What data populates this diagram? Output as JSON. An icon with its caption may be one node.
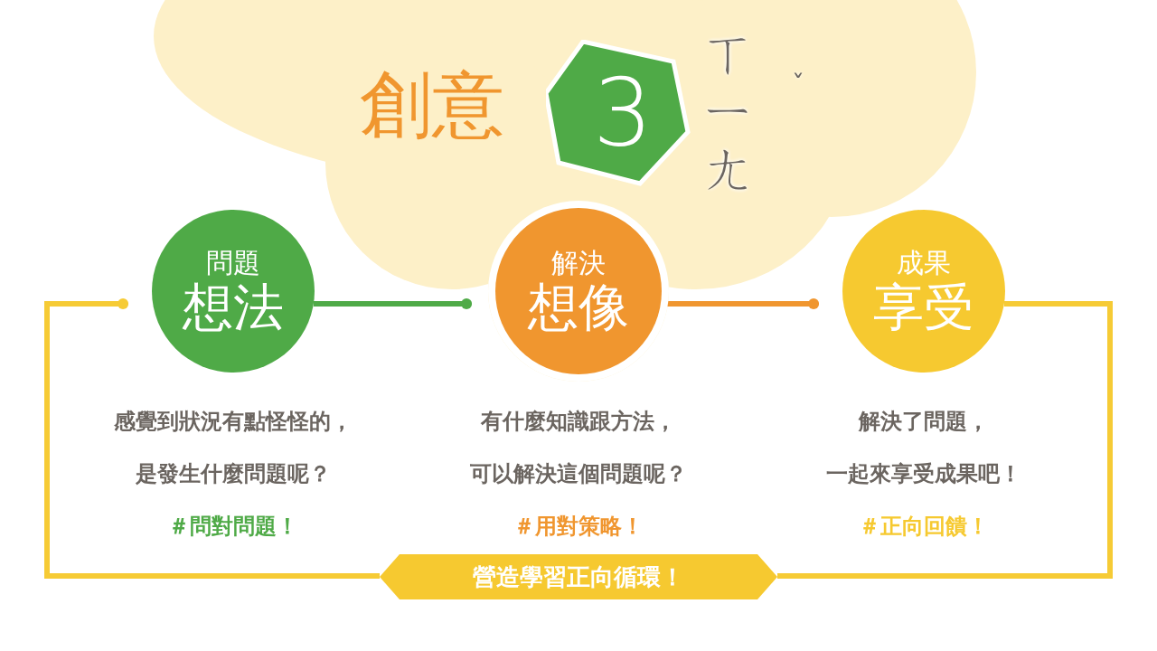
{
  "diagram": {
    "title": "創意",
    "nodes": [
      {
        "text": [
          "3"
        ]
      },
      {
        "text": [
          "問題",
          "想法"
        ],
        "beside": [
          "感覺到狀況有點怪怪的，",
          "是發生什麼問題呢？",
          "＃問對問題！"
        ]
      },
      {
        "text": [
          "解決",
          "想像"
        ],
        "beside": [
          "有什麼知識跟方法，",
          "可以解決這個問題呢？",
          "＃用對策略！"
        ]
      },
      {
        "text": [
          "成果",
          "享受"
        ],
        "beside": [
          "解決了問題，",
          "一起來享受成果吧！",
          "＃正向回饋！"
        ]
      },
      {
        "text": [
          "營造學習正向循環！"
        ]
      }
    ],
    "edges": [
      {
        "from": 1,
        "to": 2,
        "arrow": "other",
        "color": "#4faa47"
      },
      {
        "from": 2,
        "to": 3,
        "arrow": "other",
        "color": "#f0962f"
      },
      {
        "from": 3,
        "to": 4,
        "arrow": "none"
      },
      {
        "from": 4,
        "to": 1,
        "arrow": "other"
      }
    ],
    "labels": [
      "ㄒㄧㄤ",
      "ˇ"
    ]
  }
}
